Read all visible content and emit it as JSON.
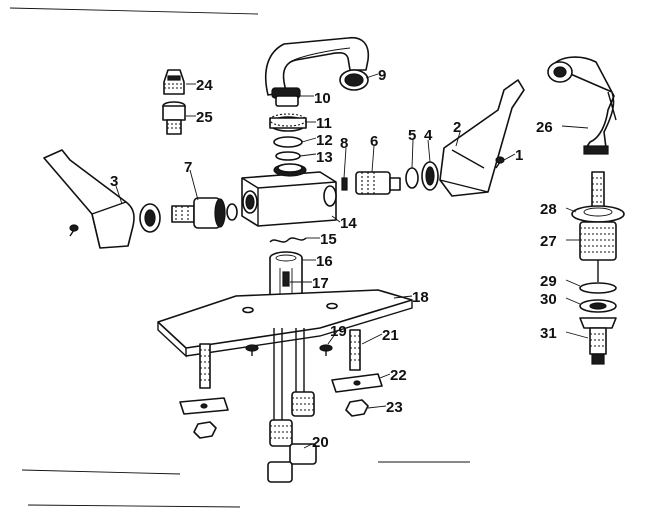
{
  "diagram": {
    "style": "exploded-parts-view",
    "labels": [
      {
        "id": "1",
        "text": "1"
      },
      {
        "id": "2",
        "text": "2"
      },
      {
        "id": "3",
        "text": "3"
      },
      {
        "id": "4",
        "text": "4"
      },
      {
        "id": "5",
        "text": "5"
      },
      {
        "id": "6",
        "text": "6"
      },
      {
        "id": "7",
        "text": "7"
      },
      {
        "id": "8",
        "text": "8"
      },
      {
        "id": "9",
        "text": "9"
      },
      {
        "id": "10",
        "text": "10"
      },
      {
        "id": "11",
        "text": "11"
      },
      {
        "id": "12",
        "text": "12"
      },
      {
        "id": "13",
        "text": "13"
      },
      {
        "id": "14",
        "text": "14"
      },
      {
        "id": "15",
        "text": "15"
      },
      {
        "id": "16",
        "text": "16"
      },
      {
        "id": "17",
        "text": "17"
      },
      {
        "id": "18",
        "text": "18"
      },
      {
        "id": "19",
        "text": "19"
      },
      {
        "id": "20",
        "text": "20"
      },
      {
        "id": "21",
        "text": "21"
      },
      {
        "id": "22",
        "text": "22"
      },
      {
        "id": "23",
        "text": "23"
      },
      {
        "id": "24",
        "text": "24"
      },
      {
        "id": "25",
        "text": "25"
      },
      {
        "id": "26",
        "text": "26"
      },
      {
        "id": "27",
        "text": "27"
      },
      {
        "id": "28",
        "text": "28"
      },
      {
        "id": "29",
        "text": "29"
      },
      {
        "id": "30",
        "text": "30"
      },
      {
        "id": "31",
        "text": "31"
      }
    ]
  }
}
